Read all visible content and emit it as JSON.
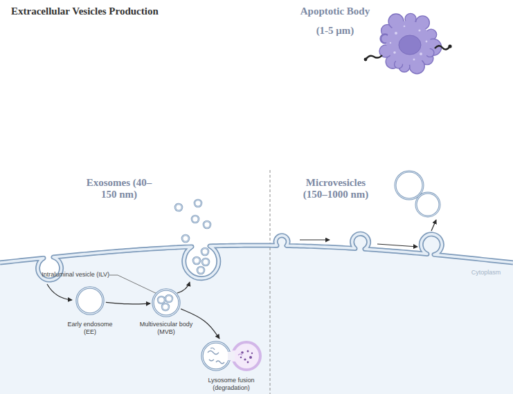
{
  "diagram": {
    "title": "Extracellular Vesicles Production",
    "nodes": [
      {
        "text": [
          "Early endosome (EE)"
        ]
      },
      {
        "text": [
          "Multivesicular body (MVB)"
        ]
      },
      {
        "text": [
          "Lysosome fusion (degradation)"
        ]
      },
      {
        "text": [
          "Apoptotic Body (1-5 μm)"
        ]
      }
    ],
    "edges": [
      {
        "from": 0,
        "to": 1,
        "arrow": "to"
      },
      {
        "from": 1,
        "to": 2,
        "arrow": "to"
      }
    ],
    "labels": [
      "Exosomes (40–150 nm)",
      "Microvesicles (150–1000 nm)",
      "Intraluminal vesicle (ILV)",
      "Cytoplasm"
    ]
  }
}
